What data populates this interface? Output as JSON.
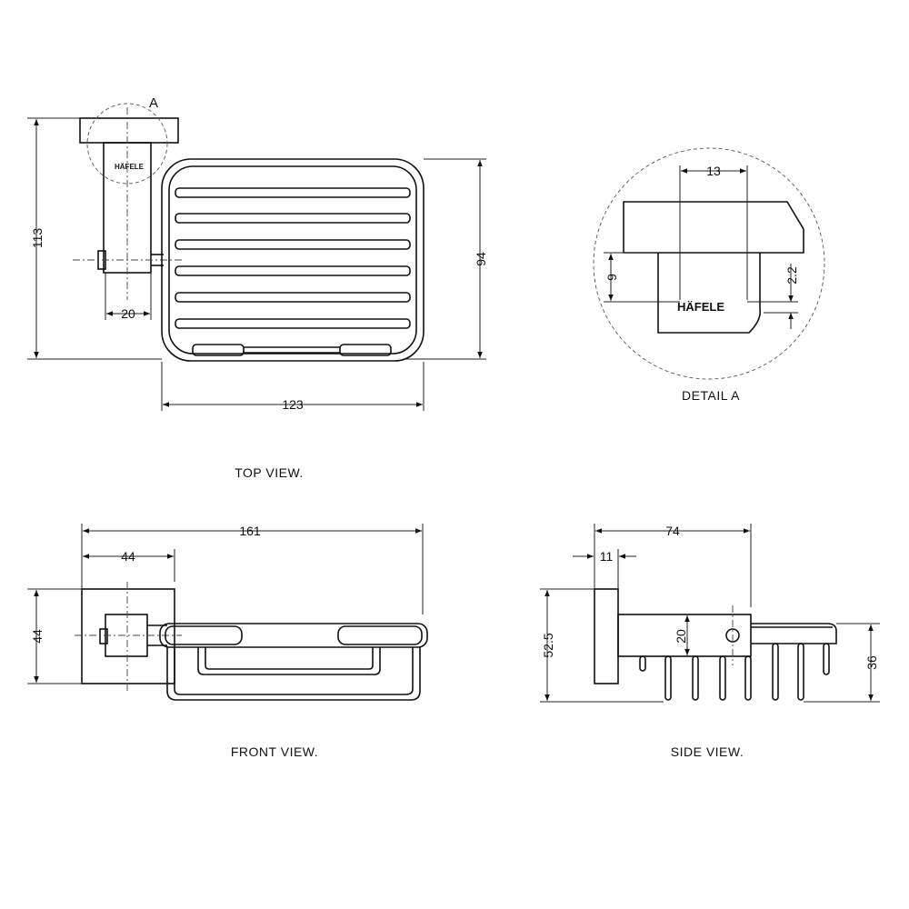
{
  "top_view": {
    "caption": "TOP VIEW.",
    "detail_marker": "A",
    "brand": "HÄFELE",
    "dim_height": "113",
    "dim_depth": "94",
    "dim_width": "123",
    "dim_base": "20"
  },
  "detail": {
    "caption": "DETAIL A",
    "brand": "HÄFELE",
    "dim_width": "13",
    "dim_height": "9",
    "dim_offset": "2.2"
  },
  "front_view": {
    "caption": "FRONT VIEW.",
    "dim_total": "161",
    "dim_flange": "44",
    "dim_height": "44"
  },
  "side_view": {
    "caption": "SIDE VIEW.",
    "dim_total": "74",
    "dim_flange": "11",
    "dim_height": "52.5",
    "dim_pin": "20",
    "dim_basket": "36"
  }
}
